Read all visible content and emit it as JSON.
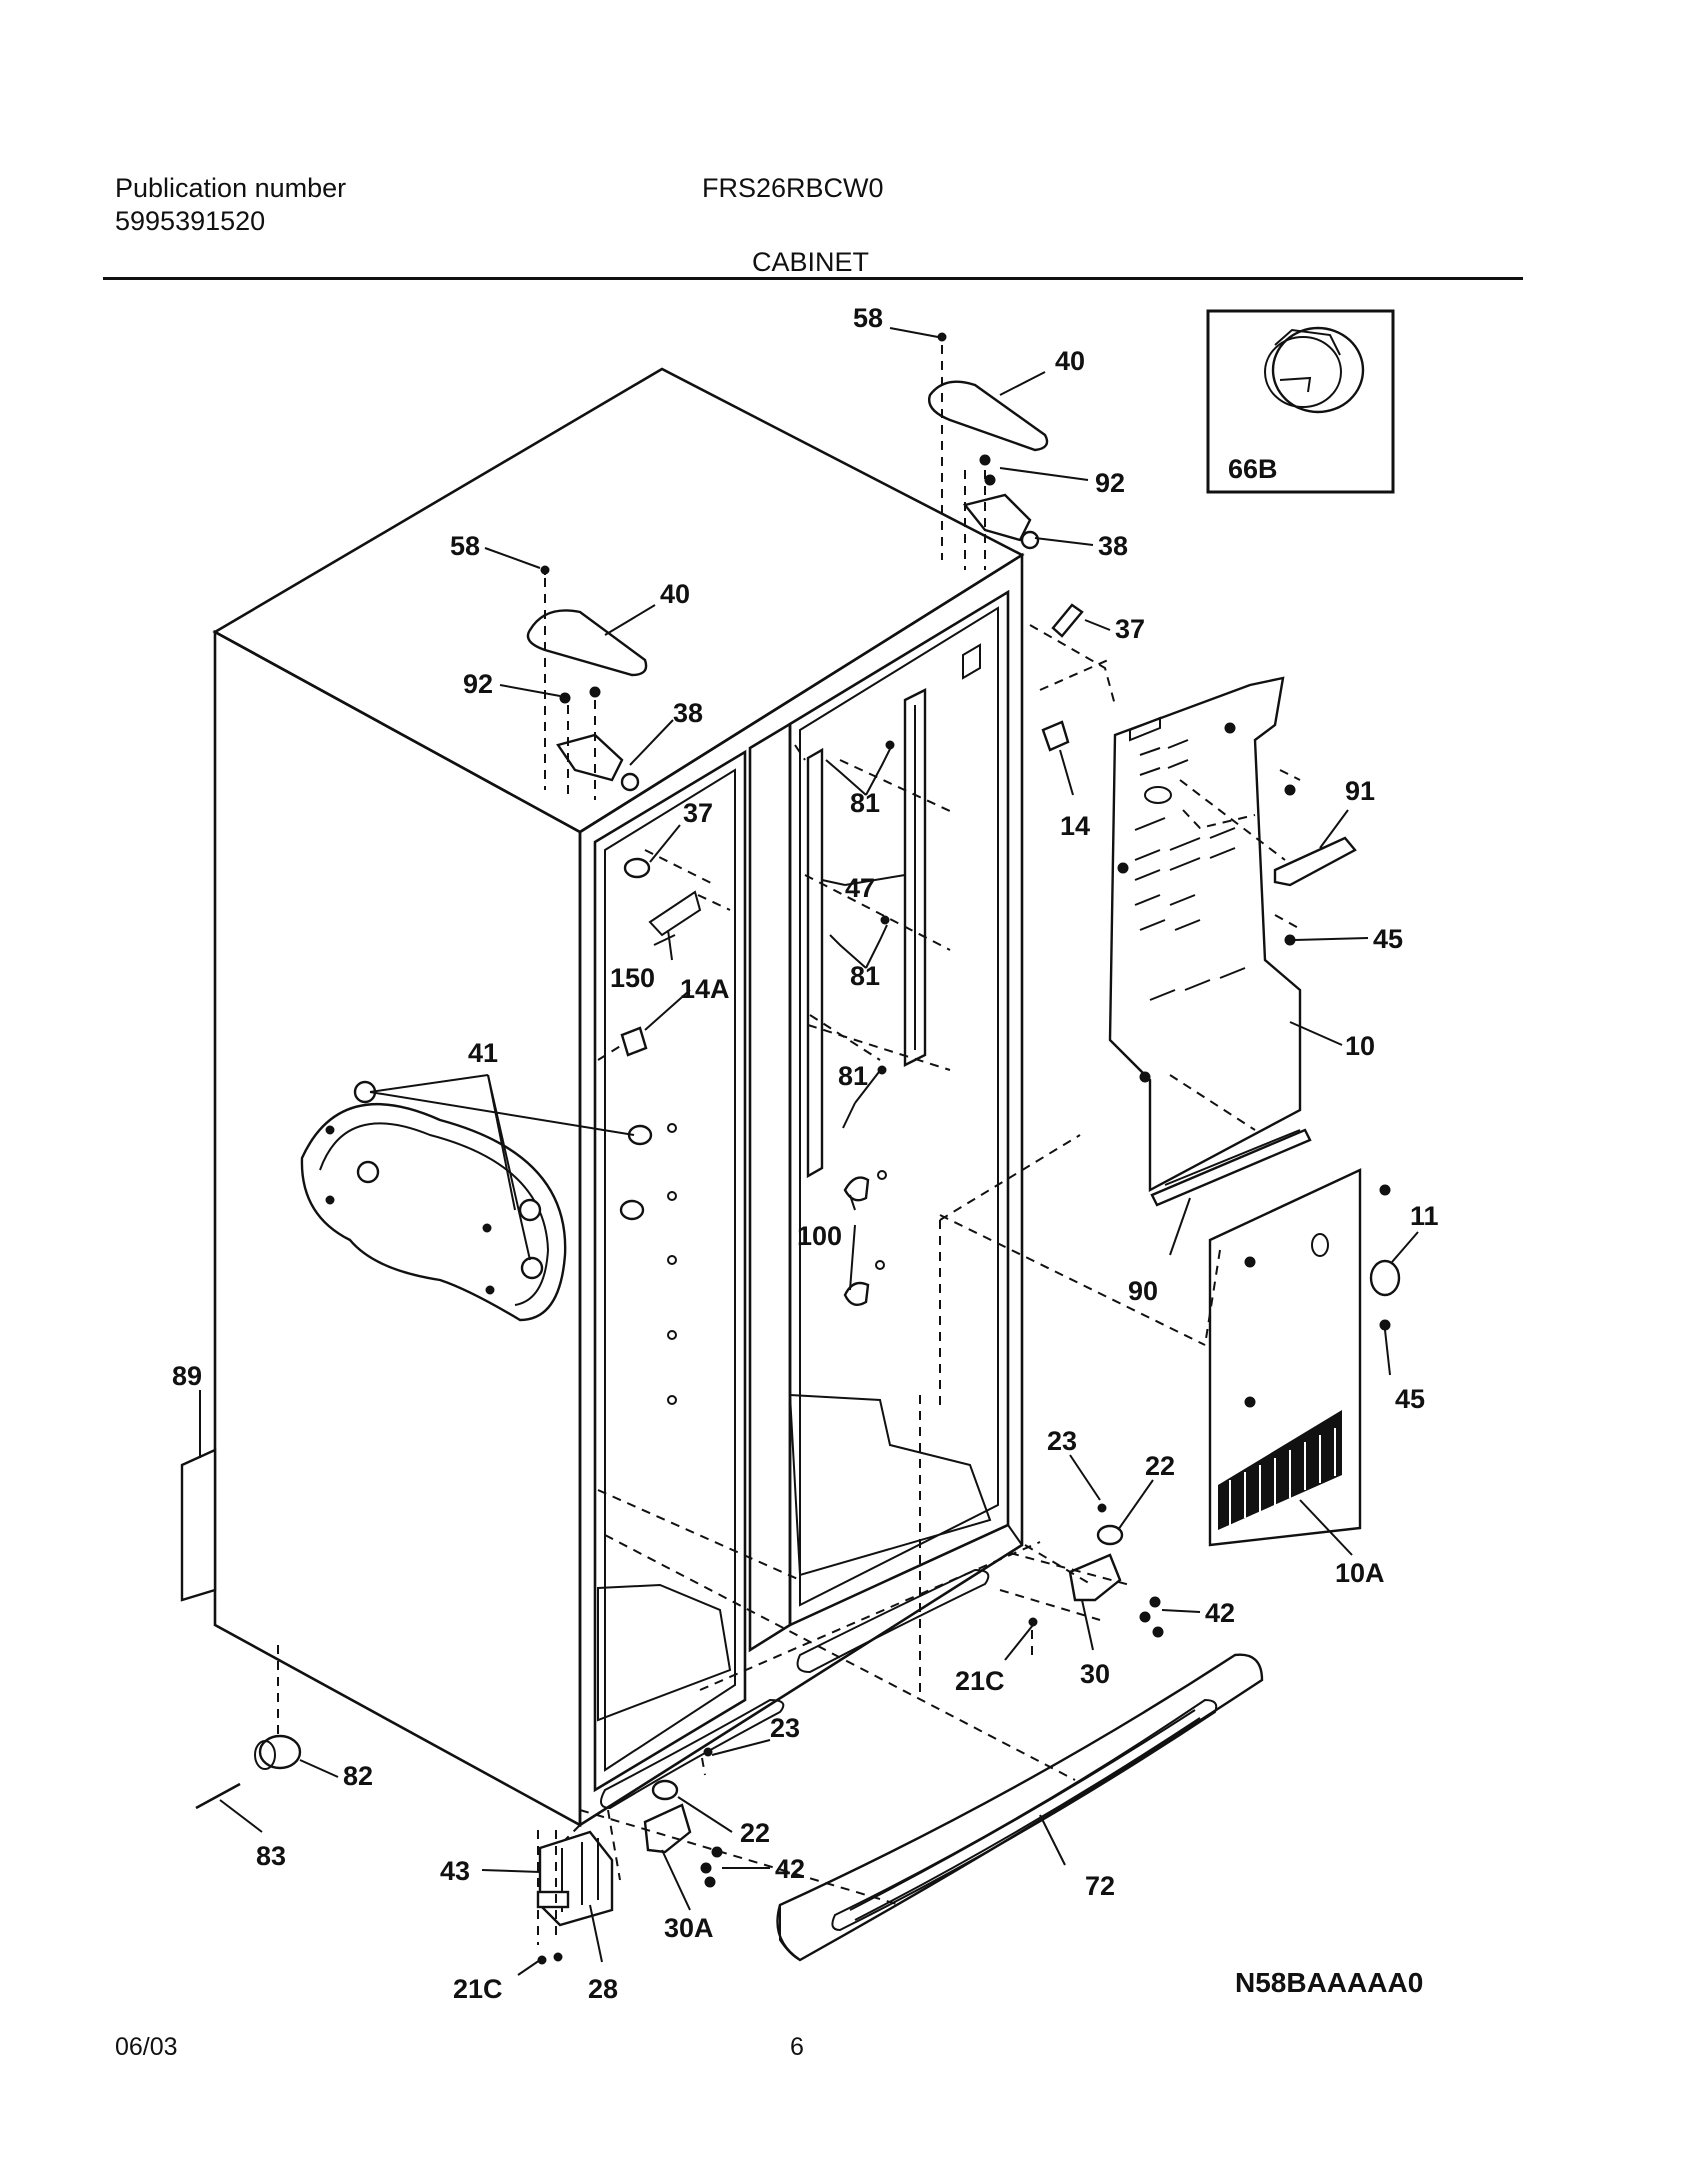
{
  "header": {
    "publication_label": "Publication number",
    "publication_number": "5995391520",
    "model": "FRS26RBCW0",
    "section": "CABINET"
  },
  "footer": {
    "date": "06/03",
    "page": "6"
  },
  "diagram_code": "N58BAAAAA0",
  "callouts": {
    "c58a": "58",
    "c40a": "40",
    "c92a": "92",
    "c38a": "38",
    "c37a": "37",
    "c66b": "66B",
    "c58b": "58",
    "c40b": "40",
    "c92b": "92",
    "c38b": "38",
    "c37b": "37",
    "c14": "14",
    "c81a": "81",
    "c47": "47",
    "c81b": "81",
    "c81c": "81",
    "c91": "91",
    "c45a": "45",
    "c10": "10",
    "c150": "150",
    "c14a": "14A",
    "c41": "41",
    "c100": "100",
    "c11": "11",
    "c90": "90",
    "c45b": "45",
    "c89": "89",
    "c23a": "23",
    "c22a": "22",
    "c42a": "42",
    "c10a": "10A",
    "c30": "30",
    "c21ca": "21C",
    "c23b": "23",
    "c82": "82",
    "c22b": "22",
    "c42b": "42",
    "c72": "72",
    "c83": "83",
    "c43": "43",
    "c30a": "30A",
    "c21cb": "21C",
    "c28": "28"
  }
}
